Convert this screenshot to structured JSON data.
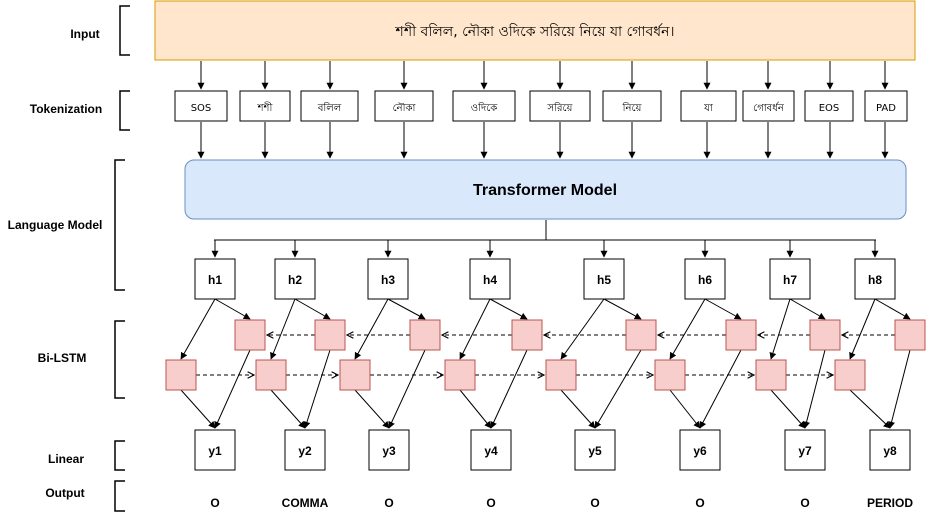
{
  "stage_labels": {
    "input": "Input",
    "tokenization": "Tokenization",
    "language_model": "Language Model",
    "bilstm": "Bi-LSTM",
    "linear": "Linear",
    "output": "Output"
  },
  "input_sentence": "শশী বলিল, নৌকা ওদিকে সরিয়ে নিয়ে যা গোবর্ধন।",
  "tokens": [
    "SOS",
    "শশী",
    "বলিল",
    "নৌকা",
    "ওদিকে",
    "সরিয়ে",
    "নিয়ে",
    "যা",
    "গোবর্ধন",
    "EOS",
    "PAD"
  ],
  "model_title": "Transformer Model",
  "hidden_states": [
    "h1",
    "h2",
    "h3",
    "h4",
    "h5",
    "h6",
    "h7",
    "h8"
  ],
  "outputs_y": [
    "y1",
    "y2",
    "y3",
    "y4",
    "y5",
    "y6",
    "y7",
    "y8"
  ],
  "output_labels": [
    "O",
    "COMMA",
    "O",
    "O",
    "O",
    "O",
    "O",
    "PERIOD"
  ],
  "colors": {
    "input_fill": "#FFE6CC",
    "input_stroke": "#D79B00",
    "model_fill": "#DAE8FC",
    "model_stroke": "#6C8EBF",
    "lstm_fill": "#F8CECC",
    "lstm_stroke": "#B85450"
  }
}
